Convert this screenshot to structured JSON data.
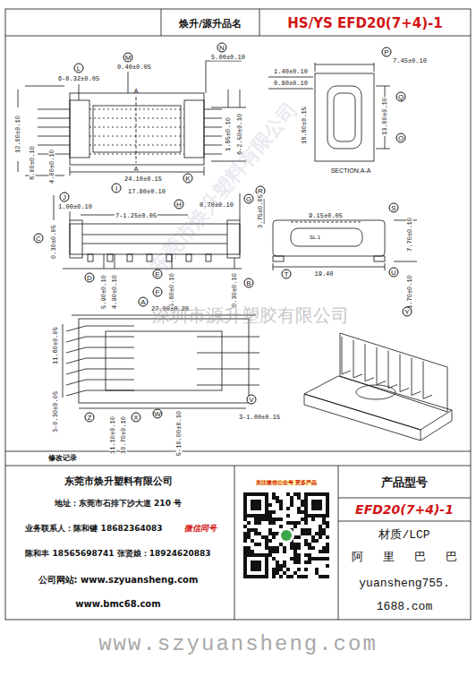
{
  "diagram": {
    "title": "HS/YS EFD20(7+4)-1",
    "labels": [
      "焕升/源升品名",
      "L",
      "6-0.32±0.05",
      "M",
      "0.40±0.05",
      "N",
      "5.00±0.10",
      "A",
      "A",
      "12.00±0.10",
      "8.00±0.10",
      "4.00±0.10",
      "1.85±0.10",
      "6-2.50±0.10",
      "24.10±0.15",
      "K",
      "P",
      "7.45±0.10",
      "1.40±0.10",
      "0.80±0.10",
      "18.80±0.15",
      "13.00±0.10",
      "Q",
      "O",
      "SECTION:A-A",
      "J",
      "1.00±0.10",
      "I",
      "17.80±0.10",
      "H",
      "7-1.25±0.05",
      "0.70±0.10",
      "G",
      "C",
      "0.30±0.05",
      "D",
      "5.90±0.10",
      "4.90±0.10",
      "E",
      "5.60±0.10",
      "F",
      "0.30±0.10",
      "B",
      "R",
      "3.75±0.05",
      "9.15±0.05",
      "S",
      "7.70±0.10",
      "SL 1",
      "T",
      "19.40",
      "U",
      "1.70±0.10",
      "Y",
      "A",
      "27.00±0.20",
      "11.60±0.05",
      "3-0.30±0.05",
      "Z",
      "X",
      "W",
      "11.10±0.10",
      "10.70±0.10",
      "5-10.00±0.10",
      "V",
      "3-1.00±0.15",
      "深圳市源升塑胶有限公司",
      "东莞市焕升塑料有限公司",
      "修改记录",
      "东莞市焕升塑料有限公司",
      "地址：东莞市石排下沙大道 210 号",
      "业务联系人：陈和键 18682364083",
      "微信同号",
      "陈和丰 18565698741 张贤娘：18924620883",
      "公司网站: www.szyuansheng.com",
      "www.bmc68.com",
      "关注微信公众号 更多产品",
      "产品型号",
      "EFD20(7+4)-1",
      "材质/LCP",
      "阿 里 巴 巴",
      "yuansheng755.",
      "1688.com",
      "www.szyuansheng.com"
    ]
  }
}
